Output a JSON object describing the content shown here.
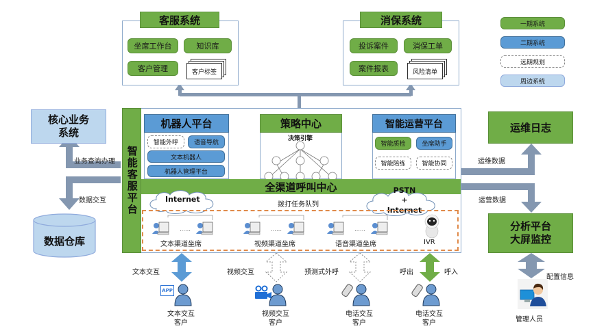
{
  "legend": {
    "items": [
      {
        "label": "一期系统",
        "style": "phase1",
        "color": "#70ad47"
      },
      {
        "label": "二期系统",
        "style": "phase2",
        "color": "#5b9bd5"
      },
      {
        "label": "远期规划",
        "style": "future",
        "color": "#ffffff"
      },
      {
        "label": "周边系统",
        "style": "peripheral",
        "color": "#bdd7ee"
      }
    ]
  },
  "customer_service_system": {
    "title": "客服系统",
    "modules": [
      "坐席工作台",
      "知识库",
      "客户管理"
    ],
    "document": "客户标签"
  },
  "consumer_protection_system": {
    "title": "消保系统",
    "modules": [
      "投诉案件",
      "消保工单",
      "案件报表"
    ],
    "document": "风险清单"
  },
  "core_business_system": {
    "title": "核心业务系统"
  },
  "data_warehouse": {
    "title": "数据仓库"
  },
  "left_flows": {
    "business_query": "业务查询办理",
    "data_exchange": "数据交互"
  },
  "platform": {
    "title": "智能客服平台",
    "robot_platform": {
      "title": "机器人平台",
      "items": [
        "智能外呼",
        "语音导航",
        "文本机器人",
        "机器人管理平台"
      ]
    },
    "strategy_center": {
      "title": "策略中心",
      "engine": "决策引擎"
    },
    "ops_platform": {
      "title": "智能运营平台",
      "items": [
        "智能质检",
        "坐席助手",
        "智能陪练",
        "智能协同"
      ]
    },
    "call_center": {
      "title": "全渠道呼叫中心",
      "queue": "拨打任务队列",
      "cloud_left": "Internet",
      "cloud_right": [
        "PSTN",
        "+",
        "Internet"
      ],
      "seats": [
        "文本渠道坐席",
        "视频渠道坐席",
        "语音渠道坐席"
      ],
      "ellipsis": "……",
      "ivr": "IVR"
    }
  },
  "ops_log": {
    "title": "运维日志"
  },
  "analytics": {
    "title": "分析平台\n大屏监控",
    "line1": "分析平台",
    "line2": "大屏监控"
  },
  "right_flows": {
    "ops_data": "运维数据",
    "operation_data": "运营数据"
  },
  "bottom": {
    "text_interaction": "文本交互",
    "video_interaction": "视频交互",
    "predictive_outbound": "预测式外呼",
    "call_out": "呼出",
    "call_in": "呼入",
    "config_info": "配置信息",
    "customers": [
      {
        "line1": "文本交互",
        "line2": "客户",
        "icon": "app-user-icon"
      },
      {
        "line1": "视频交互",
        "line2": "客户",
        "icon": "video-user-icon"
      },
      {
        "line1": "电话交互",
        "line2": "客户",
        "icon": "phone-user-icon"
      },
      {
        "line1": "电话交互",
        "line2": "客户",
        "icon": "phone-user-icon"
      }
    ],
    "admin": "管理人员",
    "app_badge": "APP"
  }
}
